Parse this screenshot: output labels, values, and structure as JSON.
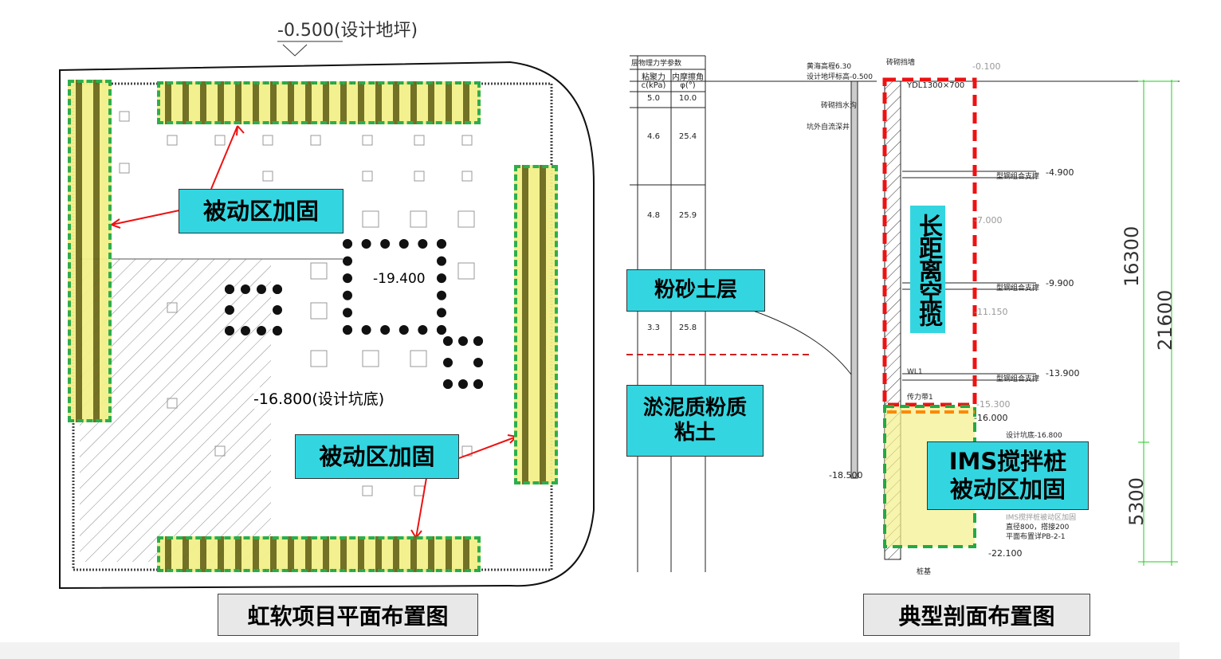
{
  "plan": {
    "ground_level": "-0.500(设计地坪)",
    "pit_bottom": "-16.800(设计坑底)",
    "core_level": "-19.400",
    "label_passive_1": "被动区加固",
    "label_passive_2": "被动区加固",
    "caption": "虹软项目平面布置图"
  },
  "section": {
    "table": {
      "title": "层物理力学参数",
      "headers": [
        "粘聚力",
        "内摩擦角"
      ],
      "units": [
        "c(kPa)",
        "φ(°)"
      ],
      "rows": [
        [
          "5.0",
          "10.0"
        ],
        [
          "4.6",
          "25.4"
        ],
        [
          "4.8",
          "25.9"
        ],
        [
          "3.3",
          "25.8"
        ]
      ]
    },
    "layer_1": "粉砂土层",
    "layer_2": "淤泥质粉质粘土",
    "notes": {
      "elevation": "黄海高程6.30",
      "design_ground": "设计地坪标高-0.500",
      "drain": "砖砌挡水沟",
      "well": "坑外自流深井",
      "brick_wall": "砖砌挡墙",
      "beam": "YDL1300×700",
      "wl": "WL1",
      "transfer": "传力带1",
      "design_bottom": "设计坑底-16.800",
      "ims_small": "IMS搅拌桩被动区加固",
      "dia": "直径800，搭接200",
      "plan_ref": "平面布置详PB-2-1",
      "pile": "桩基"
    },
    "levels": [
      "-0.100",
      "-4.900",
      "-7.000",
      "-9.900",
      "-11.150",
      "-13.900",
      "-15.300",
      "-16.000",
      "-18.500",
      "-22.100"
    ],
    "support_label": "型钢组合支撑",
    "long_span": "长距离空揽",
    "ims_line1": "IMS搅拌桩",
    "ims_line2": "被动区加固",
    "dims": [
      "16300",
      "21600",
      "5300"
    ],
    "caption": "典型剖面布置图"
  },
  "colors": {
    "cyan": "#33d6e0",
    "red": "#ee1111",
    "green": "#22aa44",
    "yellow": "#f3f08a"
  }
}
